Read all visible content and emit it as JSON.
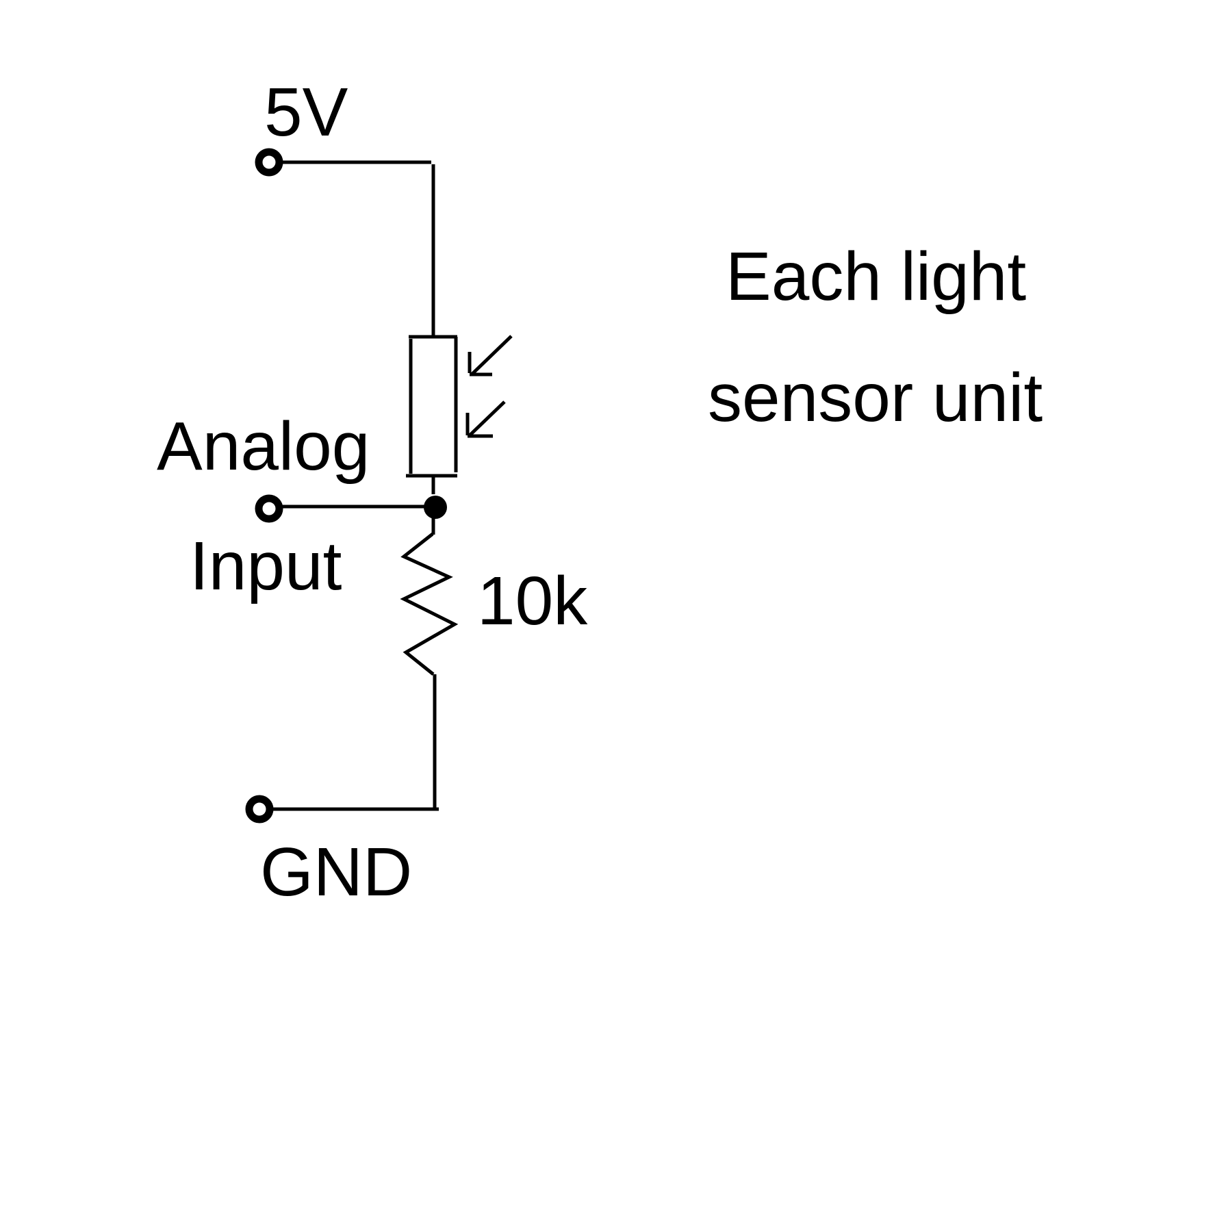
{
  "diagram": {
    "type": "circuit-schematic",
    "title": "Light sensor voltage divider",
    "colors": {
      "ink": "#000000",
      "background": "#ffffff"
    },
    "labels": {
      "supply": "5V",
      "analog_line1": "Analog",
      "analog_line2": "Input",
      "resistor_value": "10k",
      "ground": "GND",
      "note_line1": "Each light",
      "note_line2": "sensor unit"
    },
    "components": [
      {
        "id": "ldr",
        "kind": "photoresistor",
        "icon": "light-dependent-resistor-icon",
        "light_arrows": 2
      },
      {
        "id": "r1",
        "kind": "resistor",
        "icon": "zigzag-resistor-icon",
        "value": "10k"
      }
    ],
    "terminals": [
      {
        "id": "vcc",
        "label": "5V"
      },
      {
        "id": "analog",
        "label": "Analog Input"
      },
      {
        "id": "gnd",
        "label": "GND"
      }
    ],
    "nets": [
      {
        "name": "5V",
        "connects": [
          "vcc",
          "ldr.top"
        ]
      },
      {
        "name": "Analog Input",
        "connects": [
          "analog",
          "ldr.bottom",
          "r1.top"
        ],
        "junction": true
      },
      {
        "name": "GND",
        "connects": [
          "r1.bottom",
          "gnd"
        ]
      }
    ]
  }
}
